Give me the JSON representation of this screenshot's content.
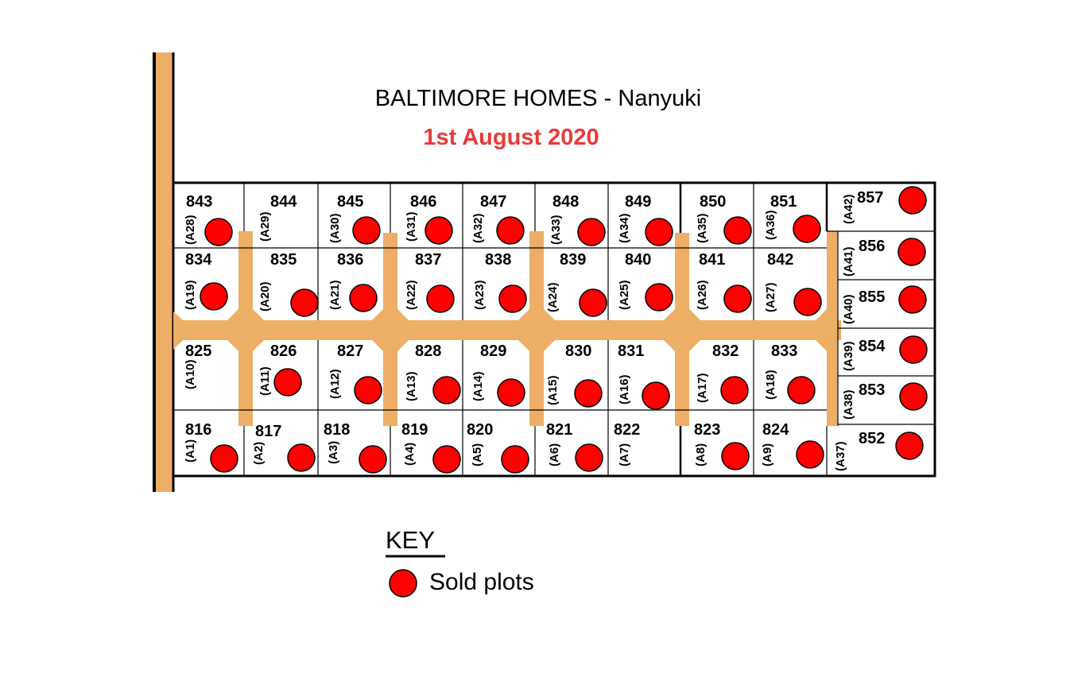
{
  "header": {
    "title": "BALTIMORE HOMES - Nanyuki",
    "date": "1st August 2020"
  },
  "colors": {
    "road": "#EDAE66",
    "sold_marker": "#FF0000",
    "date_text": "#E83A3A",
    "boundary": "#000000"
  },
  "plots": [
    {
      "number": "843",
      "code": "(A28)",
      "sold": true
    },
    {
      "number": "844",
      "code": "(A29)",
      "sold": false
    },
    {
      "number": "845",
      "code": "(A30)",
      "sold": true
    },
    {
      "number": "846",
      "code": "(A31)",
      "sold": true
    },
    {
      "number": "847",
      "code": "(A32)",
      "sold": true
    },
    {
      "number": "848",
      "code": "(A33)",
      "sold": true
    },
    {
      "number": "849",
      "code": "(A34)",
      "sold": true
    },
    {
      "number": "850",
      "code": "(A35)",
      "sold": true
    },
    {
      "number": "851",
      "code": "(A36)",
      "sold": true
    },
    {
      "number": "857",
      "code": "(A42)",
      "sold": true
    },
    {
      "number": "834",
      "code": "(A19)",
      "sold": true
    },
    {
      "number": "835",
      "code": "(A20)",
      "sold": true
    },
    {
      "number": "836",
      "code": "(A21)",
      "sold": true
    },
    {
      "number": "837",
      "code": "(A22)",
      "sold": true
    },
    {
      "number": "838",
      "code": "(A23)",
      "sold": true
    },
    {
      "number": "839",
      "code": "(A24)",
      "sold": true
    },
    {
      "number": "840",
      "code": "(A25)",
      "sold": true
    },
    {
      "number": "841",
      "code": "(A26)",
      "sold": true
    },
    {
      "number": "842",
      "code": "(A27)",
      "sold": true
    },
    {
      "number": "856",
      "code": "(A41)",
      "sold": true
    },
    {
      "number": "855",
      "code": "(A40)",
      "sold": true
    },
    {
      "number": "825",
      "code": "(A10)",
      "sold": false
    },
    {
      "number": "826",
      "code": "(A11)",
      "sold": true
    },
    {
      "number": "827",
      "code": "(A12)",
      "sold": true
    },
    {
      "number": "828",
      "code": "(A13)",
      "sold": true
    },
    {
      "number": "829",
      "code": "(A14)",
      "sold": true
    },
    {
      "number": "830",
      "code": "(A15)",
      "sold": true
    },
    {
      "number": "831",
      "code": "(A16)",
      "sold": true
    },
    {
      "number": "832",
      "code": "(A17)",
      "sold": true
    },
    {
      "number": "833",
      "code": "(A18)",
      "sold": true
    },
    {
      "number": "854",
      "code": "(A39)",
      "sold": true
    },
    {
      "number": "853",
      "code": "(A38)",
      "sold": true
    },
    {
      "number": "816",
      "code": "(A1)",
      "sold": true
    },
    {
      "number": "817",
      "code": "(A2)",
      "sold": true
    },
    {
      "number": "818",
      "code": "(A3)",
      "sold": true
    },
    {
      "number": "819",
      "code": "(A4)",
      "sold": true
    },
    {
      "number": "820",
      "code": "(A5)",
      "sold": true
    },
    {
      "number": "821",
      "code": "(A6)",
      "sold": true
    },
    {
      "number": "822",
      "code": "(A7)",
      "sold": false
    },
    {
      "number": "823",
      "code": "(A8)",
      "sold": true
    },
    {
      "number": "824",
      "code": "(A9)",
      "sold": true
    },
    {
      "number": "852",
      "code": "(A37)",
      "sold": true
    }
  ],
  "key": {
    "title": "KEY",
    "sold_label": "Sold plots"
  }
}
